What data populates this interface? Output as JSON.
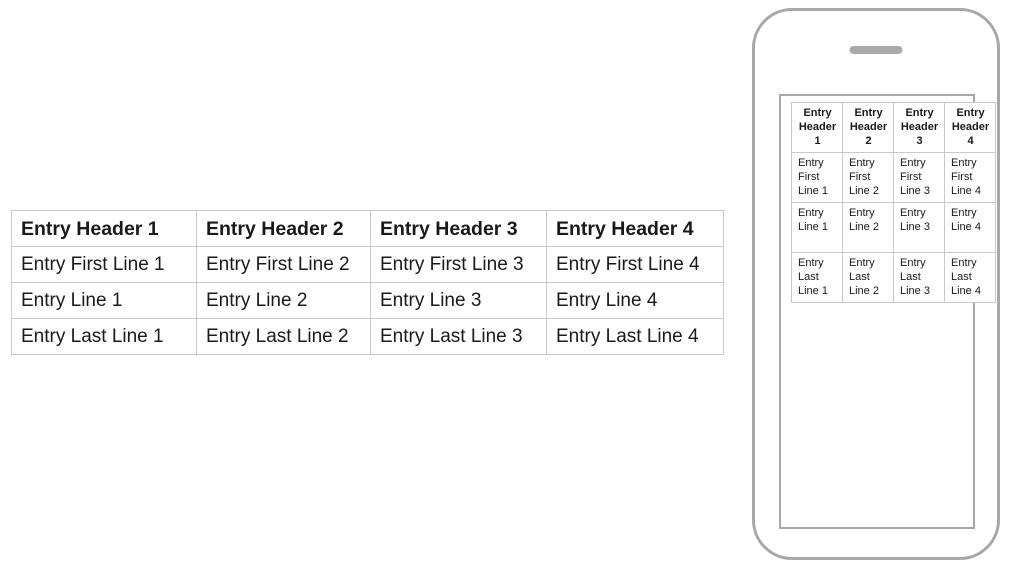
{
  "table": {
    "columns": [
      {
        "header": "Entry Header 1",
        "header_wrapped": [
          "Entry",
          "Header 1"
        ],
        "first_line": "Entry First Line 1",
        "first_line_wrapped": [
          "Entry",
          "First",
          "Line 1"
        ],
        "middle_line": "Entry Line 1",
        "middle_line_wrapped": [
          "Entry",
          "Line 1"
        ],
        "last_line": "Entry Last Line 1",
        "last_line_wrapped": [
          "Entry",
          "Last",
          "Line 1"
        ]
      },
      {
        "header": "Entry Header 2",
        "header_wrapped": [
          "Entry",
          "Header 2"
        ],
        "first_line": "Entry First Line 2",
        "first_line_wrapped": [
          "Entry",
          "First",
          "Line 2"
        ],
        "middle_line": "Entry Line 2",
        "middle_line_wrapped": [
          "Entry",
          "Line 2"
        ],
        "last_line": "Entry Last Line 2",
        "last_line_wrapped": [
          "Entry",
          "Last",
          "Line 2"
        ]
      },
      {
        "header": "Entry Header 3",
        "header_wrapped": [
          "Entry",
          "Header 3"
        ],
        "first_line": "Entry First Line 3",
        "first_line_wrapped": [
          "Entry",
          "First",
          "Line 3"
        ],
        "middle_line": "Entry Line 3",
        "middle_line_wrapped": [
          "Entry",
          "Line 3"
        ],
        "last_line": "Entry Last Line 3",
        "last_line_wrapped": [
          "Entry",
          "Last",
          "Line 3"
        ]
      },
      {
        "header": "Entry Header 4",
        "header_wrapped": [
          "Entry",
          "Header 4"
        ],
        "first_line": "Entry First Line 4",
        "first_line_wrapped": [
          "Entry",
          "First",
          "Line 4"
        ],
        "middle_line": "Entry Line 4",
        "middle_line_wrapped": [
          "Entry",
          "Line 4"
        ],
        "last_line": "Entry Last Line 4",
        "last_line_wrapped": [
          "Entry",
          "Last",
          "Line 4"
        ]
      }
    ]
  },
  "phone": {
    "speaker": "speaker-grill"
  },
  "colors": {
    "page_background": "#ffffff",
    "table_border": "#c9c9c9",
    "text": "#1a1a1a",
    "phone_frame": "#a8a8a8",
    "phone_speaker": "#aaaaaa"
  }
}
